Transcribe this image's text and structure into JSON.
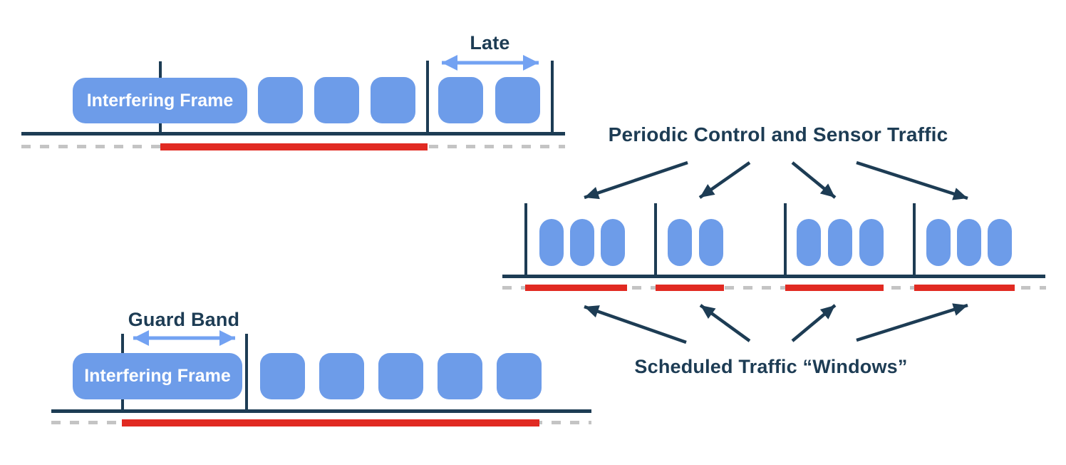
{
  "colors": {
    "navy": "#1d3c54",
    "blue": "#6d9ce9",
    "arrow_blue": "#73a2f2",
    "red": "#e12a22",
    "dash_gray": "#c4c4c4",
    "bg": "#ffffff"
  },
  "late_diagram": {
    "label": "Late",
    "frame_label": "Interfering Frame",
    "frames_before_window": 3,
    "frames_in_late_window": 2
  },
  "guard_band_diagram": {
    "label": "Guard Band",
    "frame_label": "Interfering Frame",
    "frames_after": 5
  },
  "periodic_diagram": {
    "title": "Periodic Control and Sensor Traffic",
    "windows_label": "Scheduled Traffic “Windows”",
    "window_frame_counts": [
      3,
      2,
      3,
      3
    ]
  }
}
